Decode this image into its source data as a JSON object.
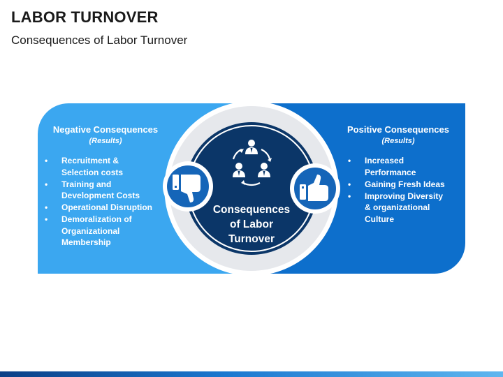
{
  "title": "LABOR TURNOVER",
  "subtitle": "Consequences of Labor Turnover",
  "center": {
    "label_line1": "Consequences",
    "label_line2": "of Labor",
    "label_line3": "Turnover",
    "icon": "people-cycle-icon"
  },
  "negative": {
    "heading": "Negative Consequences",
    "subheading": "(Results)",
    "icon": "thumbs-down-icon",
    "color": "#3ba7f0",
    "items": [
      {
        "line1": "Recruitment &",
        "line2": "Selection costs"
      },
      {
        "line1": "Training and",
        "line2": "Development Costs"
      },
      {
        "line1": "Operational Disruption",
        "line2": ""
      },
      {
        "line1": "Demoralization of",
        "line2": "Organizational",
        "line3": "Membership"
      }
    ]
  },
  "positive": {
    "heading": "Positive Consequences",
    "subheading": "(Results)",
    "icon": "thumbs-up-icon",
    "color": "#0d6fcc",
    "items": [
      {
        "line1": "Increased",
        "line2": "Performance"
      },
      {
        "line1": "Gaining Fresh Ideas",
        "line2": ""
      },
      {
        "line1": "Improving Diversity",
        "line2": "& organizational",
        "line3": "Culture"
      }
    ]
  },
  "colors": {
    "left_panel": "#3ba7f0",
    "right_panel": "#0d6fcc",
    "ring": "#e6e8ec",
    "center_circle": "#0b3668",
    "icon_circle": "#1565b8"
  }
}
